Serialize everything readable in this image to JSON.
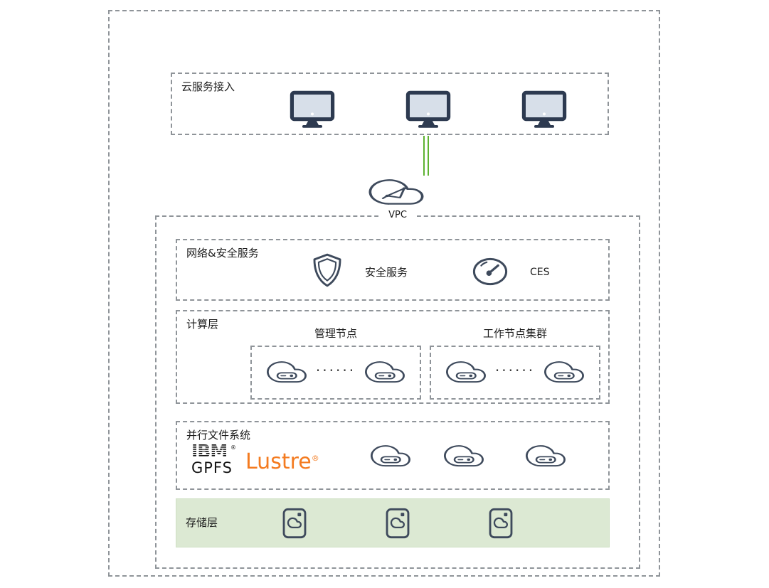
{
  "colors": {
    "dashed_border": "#8f9499",
    "icon_stroke": "#3e4a5c",
    "connector_green": "#5eb332",
    "storage_band_bg": "#dce9d3",
    "lustre_orange": "#f47b20"
  },
  "icons": {
    "terminal": "monitor-icon",
    "vpc": "cloud-network-icon",
    "security": "shield-icon",
    "ces": "gauge-icon",
    "node": "cloud-server-icon",
    "storage": "storage-disk-icon"
  },
  "diagram": {
    "cloud_access": {
      "label": "云服务接入"
    },
    "vpc": {
      "label": "VPC"
    },
    "network_security": {
      "label": "网络&安全服务",
      "security_service": "安全服务",
      "ces": "CES"
    },
    "compute": {
      "label": "计算层",
      "management_nodes": "管理节点",
      "worker_cluster": "工作节点集群",
      "ellipsis": "······"
    },
    "parallel_fs": {
      "label": "并行文件系统",
      "ibm": "IBM",
      "ibm_reg": "®",
      "gpfs": "GPFS",
      "lustre": "Lustre",
      "lustre_reg": "®"
    },
    "storage": {
      "label": "存储层"
    }
  }
}
